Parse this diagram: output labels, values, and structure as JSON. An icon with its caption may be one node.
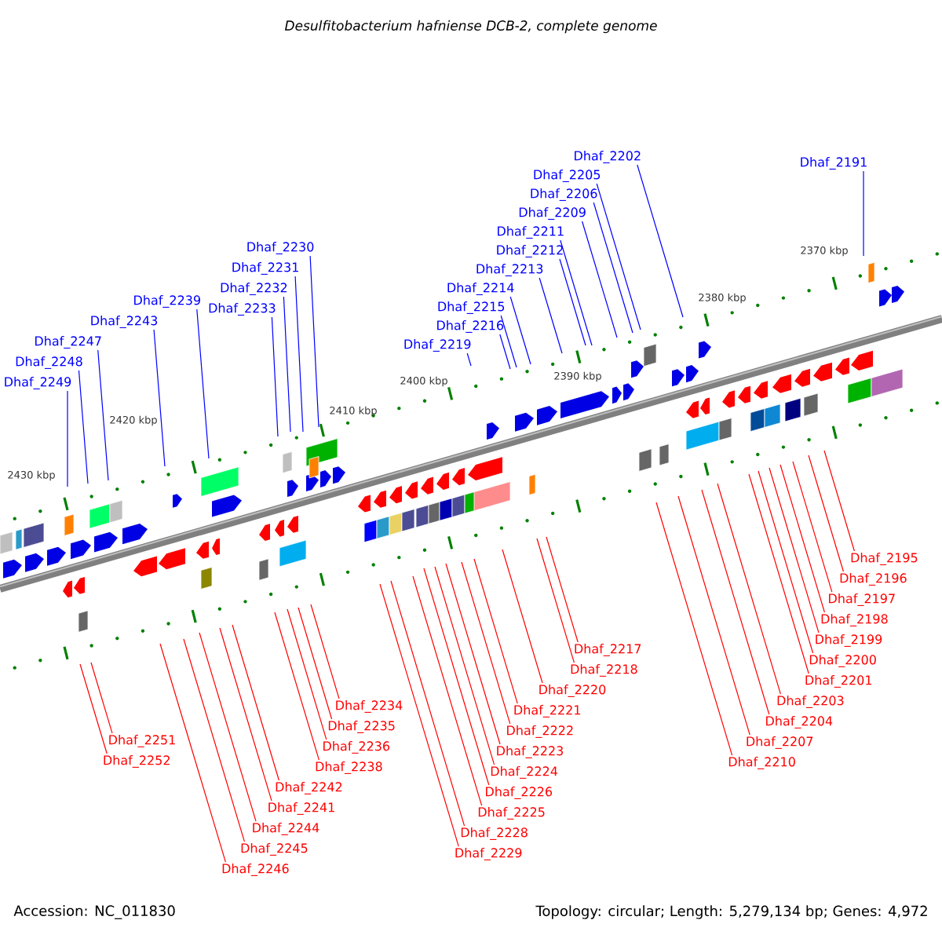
{
  "diagram": {
    "title": "Desulfitobacterium hafniense DCB-2, complete genome",
    "nodes": [
      {
        "text": [
          "Dhaf_2214"
        ]
      },
      {
        "text": [
          "Dhaf_2191"
        ]
      },
      {
        "text": [
          "Dhaf_2212"
        ]
      },
      {
        "text": [
          "Dhaf_2202"
        ]
      },
      {
        "text": [
          "Dhaf_2215"
        ]
      },
      {
        "text": [
          "Dhaf_2205"
        ]
      },
      {
        "text": [
          "Dhaf_2209"
        ]
      },
      {
        "text": [
          "Dhaf_2211"
        ]
      },
      {
        "text": [
          "Dhaf_2206"
        ]
      },
      {
        "text": [
          "Dhaf_2213"
        ]
      },
      {
        "text": [
          "Dhaf_2232"
        ]
      },
      {
        "text": [
          "Dhaf_2230"
        ]
      },
      {
        "text": [
          "Dhaf_2216"
        ]
      },
      {
        "text": [
          "Dhaf_2248"
        ]
      },
      {
        "text": [
          "Dhaf_2239"
        ]
      },
      {
        "text": [
          "Dhaf_2219"
        ]
      },
      {
        "text": [
          "Dhaf_2231"
        ]
      },
      {
        "text": [
          "Dhaf_2233"
        ]
      },
      {
        "text": [
          "Dhaf_2247"
        ]
      },
      {
        "text": [
          "Dhaf_2243"
        ]
      },
      {
        "text": [
          "Dhaf_2249"
        ]
      },
      {
        "text": [
          "Dhaf_2195"
        ]
      },
      {
        "text": [
          "Dhaf_2210"
        ]
      },
      {
        "text": [
          "Dhaf_2196"
        ]
      },
      {
        "text": [
          "Dhaf_2203"
        ]
      },
      {
        "text": [
          "Dhaf_2197"
        ]
      },
      {
        "text": [
          "Dhaf_2198"
        ]
      },
      {
        "text": [
          "Dhaf_2207"
        ]
      },
      {
        "text": [
          "Dhaf_2199"
        ]
      },
      {
        "text": [
          "Dhaf_2217"
        ]
      },
      {
        "text": [
          "Dhaf_2218"
        ]
      },
      {
        "text": [
          "Dhaf_2200"
        ]
      },
      {
        "text": [
          "Dhaf_2225"
        ]
      },
      {
        "text": [
          "Dhaf_2220"
        ]
      },
      {
        "text": [
          "Dhaf_2234"
        ]
      },
      {
        "text": [
          "Dhaf_2201"
        ]
      },
      {
        "text": [
          "Dhaf_2228"
        ]
      },
      {
        "text": [
          "Dhaf_2221"
        ]
      },
      {
        "text": [
          "Dhaf_2244"
        ]
      },
      {
        "text": [
          "Dhaf_2252"
        ]
      },
      {
        "text": [
          "Dhaf_2204"
        ]
      },
      {
        "text": [
          "Dhaf_2235"
        ]
      },
      {
        "text": [
          "Dhaf_2229"
        ]
      },
      {
        "text": [
          "Dhaf_2222"
        ]
      },
      {
        "text": [
          "Dhaf_2251"
        ]
      },
      {
        "text": [
          "Dhaf_2245"
        ]
      },
      {
        "text": [
          "Dhaf_2236"
        ]
      },
      {
        "text": [
          "Dhaf_2223"
        ]
      },
      {
        "text": [
          "Dhaf_2246"
        ]
      },
      {
        "text": [
          "Dhaf_2238"
        ]
      },
      {
        "text": [
          "Dhaf_2224"
        ]
      },
      {
        "text": [
          "Dhaf_2241"
        ]
      },
      {
        "text": [
          "Dhaf_2226"
        ]
      },
      {
        "text": [
          "Dhaf_2242"
        ]
      }
    ],
    "edges": [
      {
        "from": 0,
        "to": null,
        "arrow": "none",
        "color": "#0000ff"
      },
      {
        "from": 1,
        "to": null,
        "arrow": "none",
        "color": "#0000ff"
      },
      {
        "from": 2,
        "to": null,
        "arrow": "none",
        "color": "#0000ff"
      },
      {
        "from": 3,
        "to": null,
        "arrow": "none",
        "color": "#0000ff"
      },
      {
        "from": 4,
        "to": null,
        "arrow": "none",
        "color": "#0000ff"
      },
      {
        "from": 5,
        "to": null,
        "arrow": "none",
        "color": "#0000ff"
      },
      {
        "from": 6,
        "to": null,
        "arrow": "none",
        "color": "#0000ff"
      },
      {
        "from": 7,
        "to": null,
        "arrow": "none",
        "color": "#0000ff"
      },
      {
        "from": 8,
        "to": null,
        "arrow": "none",
        "color": "#0000ff"
      },
      {
        "from": 9,
        "to": null,
        "arrow": "none",
        "color": "#0000ff"
      },
      {
        "from": 10,
        "to": null,
        "arrow": "none",
        "color": "#0000ff"
      },
      {
        "from": 11,
        "to": null,
        "arrow": "none",
        "color": "#0000ff"
      },
      {
        "from": 12,
        "to": null,
        "arrow": "none",
        "color": "#0000ff"
      },
      {
        "from": 13,
        "to": null,
        "arrow": "none",
        "color": "#0000ff"
      },
      {
        "from": 14,
        "to": null,
        "arrow": "none",
        "color": "#0000ff"
      },
      {
        "from": 15,
        "to": null,
        "arrow": "none",
        "color": "#0000ff"
      },
      {
        "from": 16,
        "to": null,
        "arrow": "none",
        "color": "#0000ff"
      },
      {
        "from": 17,
        "to": null,
        "arrow": "none",
        "color": "#0000ff"
      },
      {
        "from": 18,
        "to": null,
        "arrow": "none",
        "color": "#0000ff"
      },
      {
        "from": 19,
        "to": null,
        "arrow": "none",
        "color": "#0000ff"
      },
      {
        "from": 20,
        "to": null,
        "arrow": "none",
        "color": "#0000ff"
      },
      {
        "from": 21,
        "to": null,
        "arrow": "none"
      },
      {
        "from": 22,
        "to": null,
        "arrow": "none"
      },
      {
        "from": 23,
        "to": null,
        "arrow": "none"
      },
      {
        "from": 24,
        "to": null,
        "arrow": "none"
      },
      {
        "from": 25,
        "to": null,
        "arrow": "none"
      },
      {
        "from": 26,
        "to": null,
        "arrow": "none"
      },
      {
        "from": 27,
        "to": null,
        "arrow": "none"
      },
      {
        "from": 28,
        "to": null,
        "arrow": "none"
      },
      {
        "from": 29,
        "to": null,
        "arrow": "none"
      },
      {
        "from": 30,
        "to": null,
        "arrow": "none"
      },
      {
        "from": 31,
        "to": null,
        "arrow": "none"
      },
      {
        "from": 32,
        "to": null,
        "arrow": "none"
      },
      {
        "from": 33,
        "to": null,
        "arrow": "none"
      },
      {
        "from": 34,
        "to": null,
        "arrow": "none"
      },
      {
        "from": 35,
        "to": null,
        "arrow": "none"
      },
      {
        "from": 36,
        "to": null,
        "arrow": "none"
      },
      {
        "from": 37,
        "to": null,
        "arrow": "none"
      },
      {
        "from": 38,
        "to": null,
        "arrow": "none"
      },
      {
        "from": 39,
        "to": null,
        "arrow": "none"
      },
      {
        "from": 40,
        "to": null,
        "arrow": "none"
      },
      {
        "from": 41,
        "to": null,
        "arrow": "none"
      },
      {
        "from": 42,
        "to": null,
        "arrow": "none"
      },
      {
        "from": 43,
        "to": null,
        "arrow": "none"
      },
      {
        "from": 44,
        "to": null,
        "arrow": "none"
      },
      {
        "from": 45,
        "to": null,
        "arrow": "none"
      },
      {
        "from": 46,
        "to": null,
        "arrow": "none"
      },
      {
        "from": 47,
        "to": null,
        "arrow": "none"
      },
      {
        "from": 48,
        "to": null,
        "arrow": "none"
      },
      {
        "from": 49,
        "to": null,
        "arrow": "none"
      },
      {
        "from": 50,
        "to": null,
        "arrow": "none"
      },
      {
        "from": 51,
        "to": null,
        "arrow": "none"
      },
      {
        "from": 52,
        "to": null,
        "arrow": "none"
      },
      {
        "from": 53,
        "to": null,
        "arrow": "none"
      }
    ],
    "labels": [
      "2370 kbp",
      "2380 kbp",
      "2390 kbp",
      "2400 kbp",
      "2410 kbp",
      "2420 kbp",
      "2430 kbp",
      "Accession: NC_011830",
      "Topology: circular; Length: 5,279,134 bp; Genes: 4,972"
    ]
  }
}
